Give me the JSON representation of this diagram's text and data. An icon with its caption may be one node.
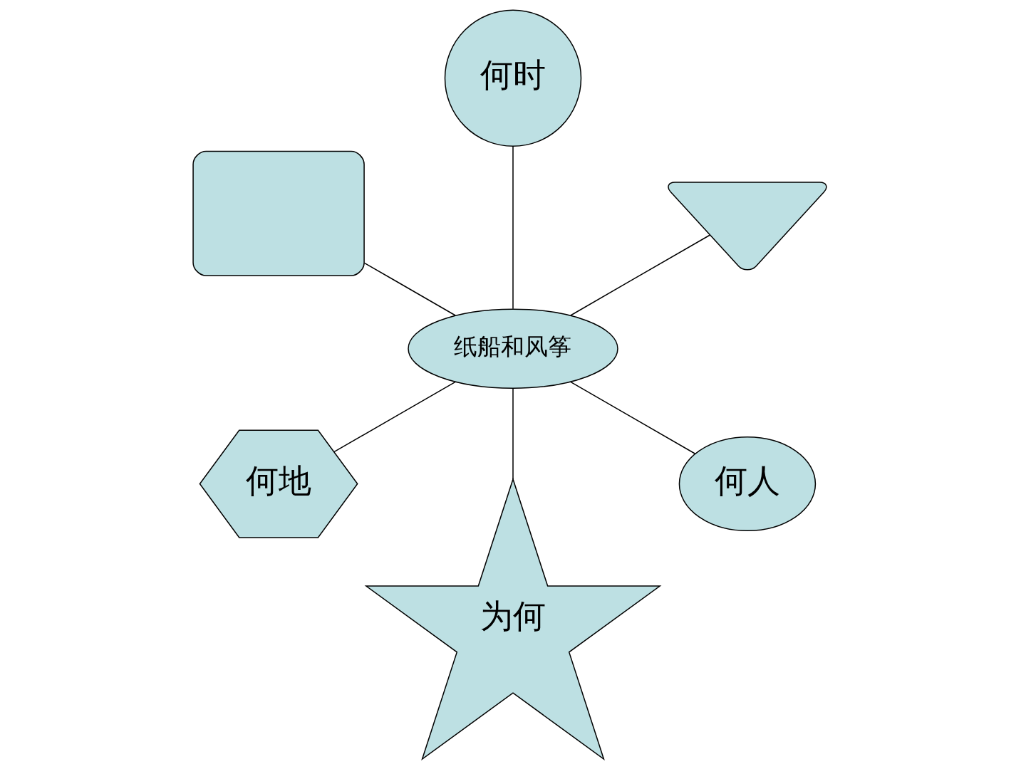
{
  "diagram": {
    "nodes": [
      {
        "text": [],
        "shape": "heart"
      },
      {
        "text": [
          "何时"
        ]
      },
      {
        "text": [],
        "shape": "box"
      },
      {
        "text": [
          "纸船和风筝"
        ]
      },
      {
        "text": [
          "何地"
        ]
      },
      {
        "text": [
          "为何"
        ]
      },
      {
        "text": [
          "何人"
        ]
      }
    ],
    "edges": [
      {
        "from": 3,
        "to": 0,
        "arrow": "none"
      },
      {
        "from": 3,
        "to": 1,
        "arrow": "none"
      },
      {
        "from": 3,
        "to": 2,
        "arrow": "none"
      },
      {
        "from": 3,
        "to": 4,
        "arrow": "none"
      },
      {
        "from": 3,
        "to": 5,
        "arrow": "none"
      },
      {
        "from": 3,
        "to": 6,
        "arrow": "none"
      }
    ]
  }
}
